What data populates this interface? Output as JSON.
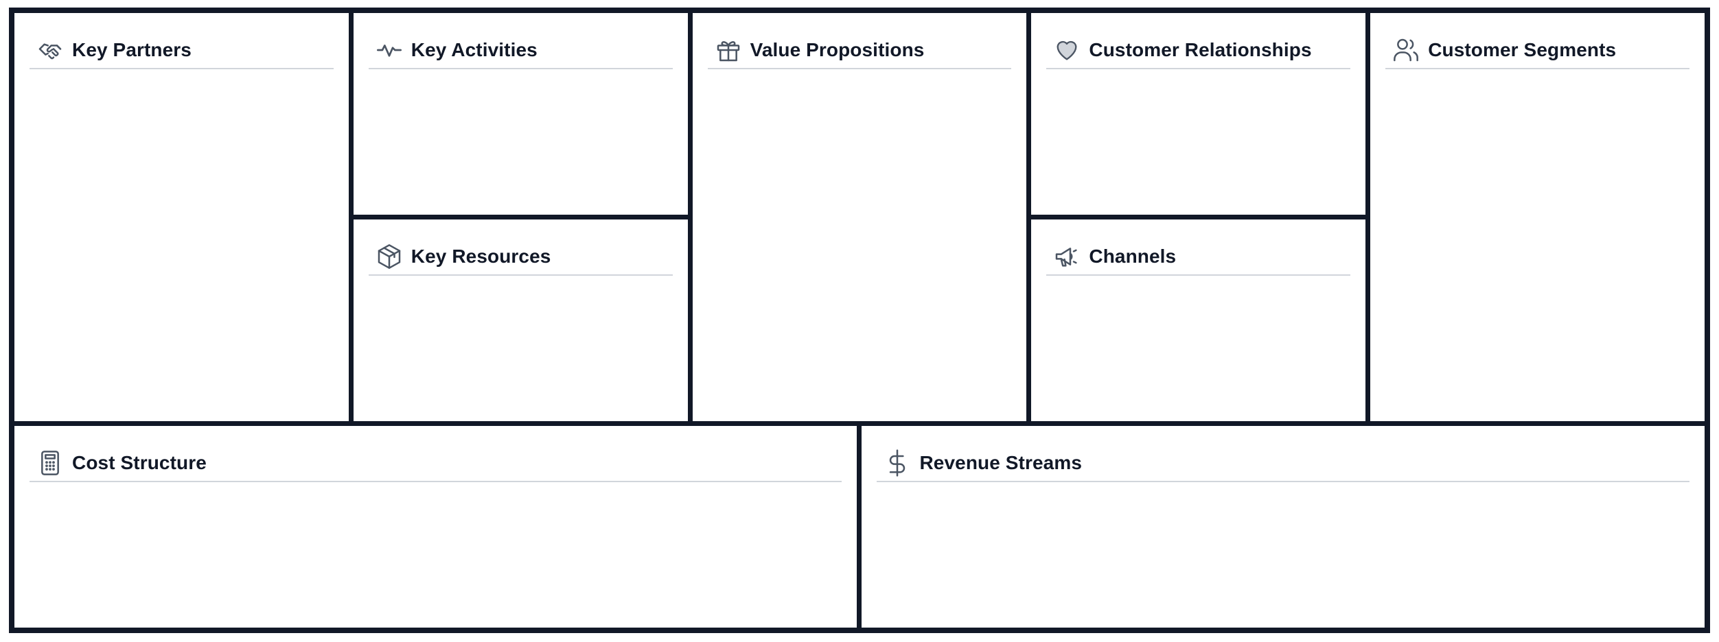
{
  "canvas": {
    "key_partners": {
      "title": "Key Partners",
      "icon": "handshake-icon"
    },
    "key_activities": {
      "title": "Key Activities",
      "icon": "activity-icon"
    },
    "key_resources": {
      "title": "Key Resources",
      "icon": "box-icon"
    },
    "value_propositions": {
      "title": "Value Propositions",
      "icon": "gift-icon"
    },
    "customer_relationships": {
      "title": "Customer Relationships",
      "icon": "heart-icon"
    },
    "channels": {
      "title": "Channels",
      "icon": "megaphone-icon"
    },
    "customer_segments": {
      "title": "Customer Segments",
      "icon": "users-icon"
    },
    "cost_structure": {
      "title": "Cost Structure",
      "icon": "calculator-icon"
    },
    "revenue_streams": {
      "title": "Revenue Streams",
      "icon": "dollar-icon"
    }
  },
  "colors": {
    "border": "#111827",
    "divider": "#d1d5db",
    "icon": "#4b5563",
    "heart_fill": "#d1d5db"
  }
}
